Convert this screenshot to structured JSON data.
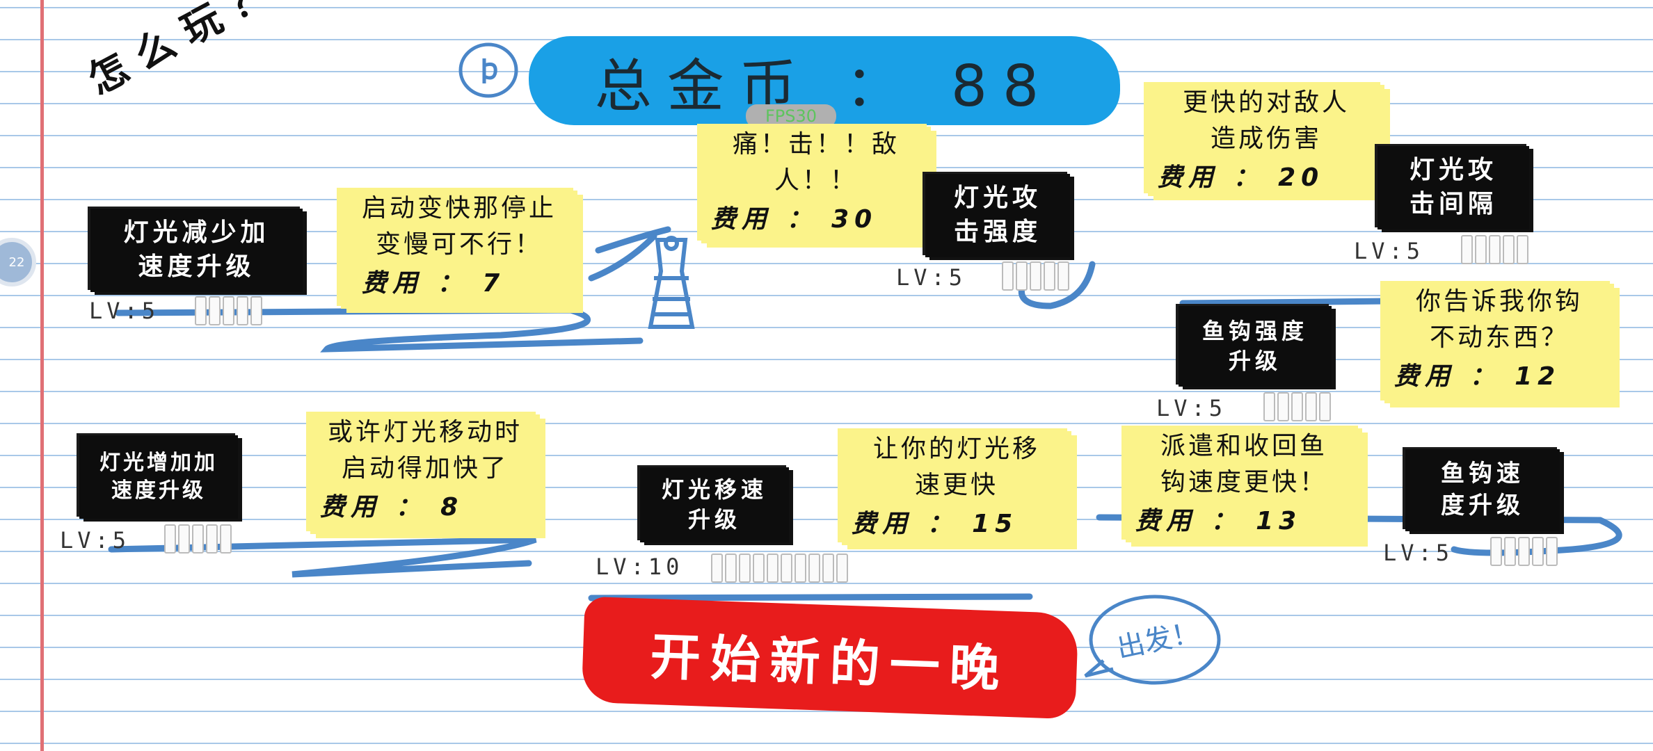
{
  "hud": {
    "how_to_play": "怎么玩？",
    "total_gold": "总金币 ： 88",
    "fps": "FPS30",
    "side_badge": "22"
  },
  "start_button": "开始新的一晚",
  "go_bubble": "出发！",
  "upgrades": [
    {
      "name": "灯光减少加速度升级",
      "line1": "灯光减少加",
      "line2": "速度升级",
      "level": "LV:5",
      "note1": "启动变快那停止",
      "note2": "变慢可不行！",
      "cost": "费用 ： 7"
    },
    {
      "name": "灯光攻击强度",
      "line1": "灯光攻",
      "line2": "击强度",
      "level": "LV:5",
      "note1": "痛！击！！敌",
      "note2": "人！！",
      "cost": "费用 ： 30"
    },
    {
      "name": "灯光攻击间隔",
      "line1": "灯光攻",
      "line2": "击间隔",
      "level": "LV:5",
      "note1": "更快的对敌人",
      "note2": "造成伤害",
      "cost": "费用 ： 20"
    },
    {
      "name": "鱼钩强度升级",
      "line1": "鱼钩强度",
      "line2": "升级",
      "level": "LV:5",
      "note1": "你告诉我你钩",
      "note2": "不动东西？",
      "cost": "费用 ： 12"
    },
    {
      "name": "灯光增加加速度升级",
      "line1": "灯光增加加",
      "line2": "速度升级",
      "level": "LV:5",
      "note1": "或许灯光移动时",
      "note2": "启动得加快了",
      "cost": "费用 ： 8"
    },
    {
      "name": "灯光移速升级",
      "line1": "灯光移速",
      "line2": "升级",
      "level": "LV:10",
      "note1": "让你的灯光移",
      "note2": "速更快",
      "cost": "费用 ： 15"
    },
    {
      "name": "鱼钩速度升级",
      "line1": "鱼钩速",
      "line2": "度升级",
      "level": "LV:5",
      "note1": "派遣和收回鱼",
      "note2": "钩速度更快！",
      "cost": "费用 ： 13"
    }
  ],
  "colors": {
    "blue_banner": "#1aa0e6",
    "red_button": "#e81c1c",
    "sticky": "#fbf38a",
    "ink_blue": "#4a86c8"
  }
}
